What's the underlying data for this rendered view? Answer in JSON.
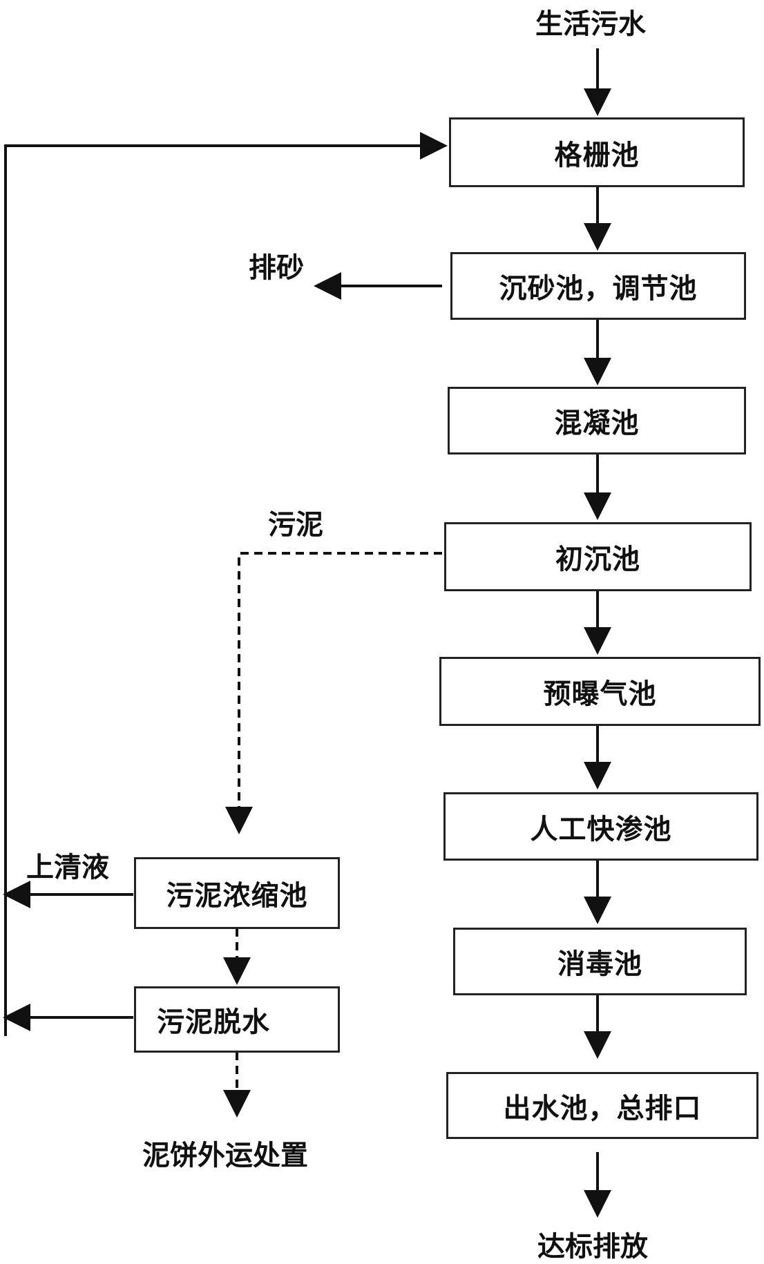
{
  "diagram": {
    "input_label": "生活污水",
    "output_label": "达标排放",
    "main_process": [
      "格栅池",
      "沉砂池，调节池",
      "混凝池",
      "初沉池",
      "预曝气池",
      "人工快渗池",
      "消毒池",
      "出水池，总排口"
    ],
    "sand_discharge_label": "排砂",
    "sludge_label": "污泥",
    "supernatant_label": "上清液",
    "sludge_process": [
      "污泥浓缩池",
      "污泥脱水"
    ],
    "sludge_cake_label": "泥饼外运处置"
  }
}
